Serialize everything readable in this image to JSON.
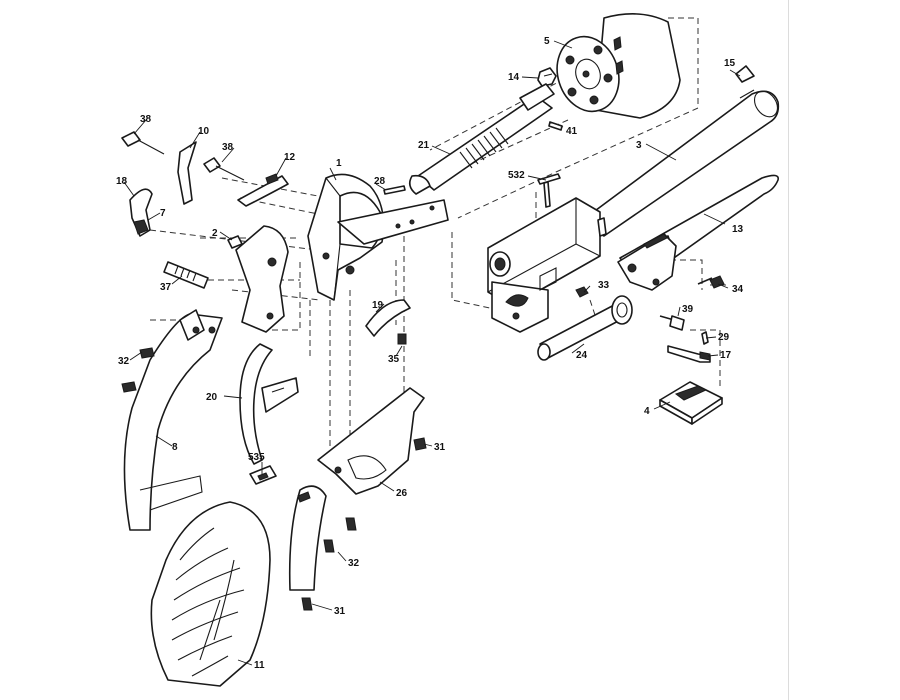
{
  "diagram": {
    "part_labels": [
      {
        "id": "p1",
        "text": "1"
      },
      {
        "id": "p2",
        "text": "2"
      },
      {
        "id": "p3",
        "text": "3"
      },
      {
        "id": "p4",
        "text": "4"
      },
      {
        "id": "p5",
        "text": "5"
      },
      {
        "id": "p7",
        "text": "7"
      },
      {
        "id": "p8",
        "text": "8"
      },
      {
        "id": "p10",
        "text": "10"
      },
      {
        "id": "p11",
        "text": "11"
      },
      {
        "id": "p12",
        "text": "12"
      },
      {
        "id": "p13",
        "text": "13"
      },
      {
        "id": "p14",
        "text": "14"
      },
      {
        "id": "p15",
        "text": "15"
      },
      {
        "id": "p17",
        "text": "17"
      },
      {
        "id": "p18",
        "text": "18"
      },
      {
        "id": "p19",
        "text": "19"
      },
      {
        "id": "p20",
        "text": "20"
      },
      {
        "id": "p21",
        "text": "21"
      },
      {
        "id": "p24",
        "text": "24"
      },
      {
        "id": "p26",
        "text": "26"
      },
      {
        "id": "p28",
        "text": "28"
      },
      {
        "id": "p29",
        "text": "29"
      },
      {
        "id": "p31a",
        "text": "31"
      },
      {
        "id": "p31b",
        "text": "31"
      },
      {
        "id": "p32a",
        "text": "32"
      },
      {
        "id": "p32b",
        "text": "32"
      },
      {
        "id": "p33",
        "text": "33"
      },
      {
        "id": "p34",
        "text": "34"
      },
      {
        "id": "p35",
        "text": "35"
      },
      {
        "id": "p37",
        "text": "37"
      },
      {
        "id": "p38a",
        "text": "38"
      },
      {
        "id": "p38b",
        "text": "38"
      },
      {
        "id": "p39",
        "text": "39"
      },
      {
        "id": "p41",
        "text": "41"
      },
      {
        "id": "p532",
        "text": "532"
      },
      {
        "id": "p535",
        "text": "535"
      }
    ]
  }
}
